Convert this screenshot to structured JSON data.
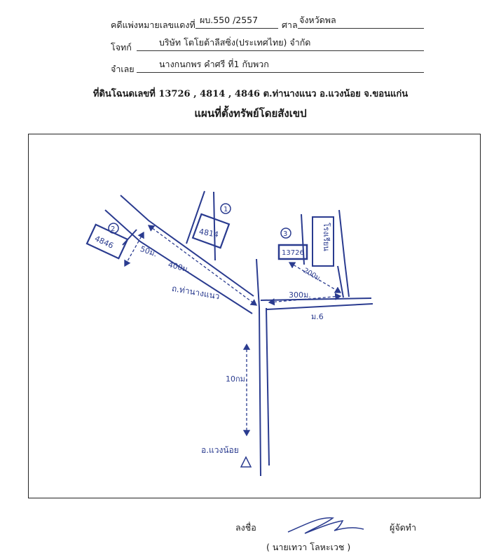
{
  "header": {
    "case_label": "คดีแพ่งหมายเลขแดงที่",
    "case_number": "ผบ.550 /2557",
    "court_label": "ศาล",
    "court_value": "จังหวัดพล",
    "plaintiff_label": "โจทก์",
    "plaintiff_value": "บริษัท โตโยต้าลีสซิ่ง(ประเทศไทย) จำกัด",
    "defendant_label": "จำเลย",
    "defendant_value": "นางกนกพร คำศรี ที่1 กับพวก"
  },
  "title": {
    "land_line": "ที่ดินโฉนดเลขที่ 13726 , 4814 , 4846 ต.ท่านางแนว อ.แวงน้อย จ.ขอนแก่น",
    "map_title": "แผนที่ตั้งทรัพย์โดยสังเขป"
  },
  "map": {
    "plot_4846": "4846",
    "plot_4814": "4814",
    "plot_13726": "13726",
    "marker_1": "1",
    "marker_2": "2",
    "marker_3": "3",
    "dist_50": "50ม.",
    "dist_400": "400ม.",
    "dist_200": "200ม.",
    "dist_300": "300ม.",
    "dist_10km": "10กม.",
    "road_tha_nang_naew": "ถ.ท่านางแนว",
    "village_label": "ม.6",
    "school_label": "โรงเรียน",
    "district_label": "อ.แวงน้อย"
  },
  "signature": {
    "sign_label": "ลงชื่อ",
    "role_label": "ผู้จัดทำ",
    "name": "( นายเทวา โลหะเวช )"
  }
}
